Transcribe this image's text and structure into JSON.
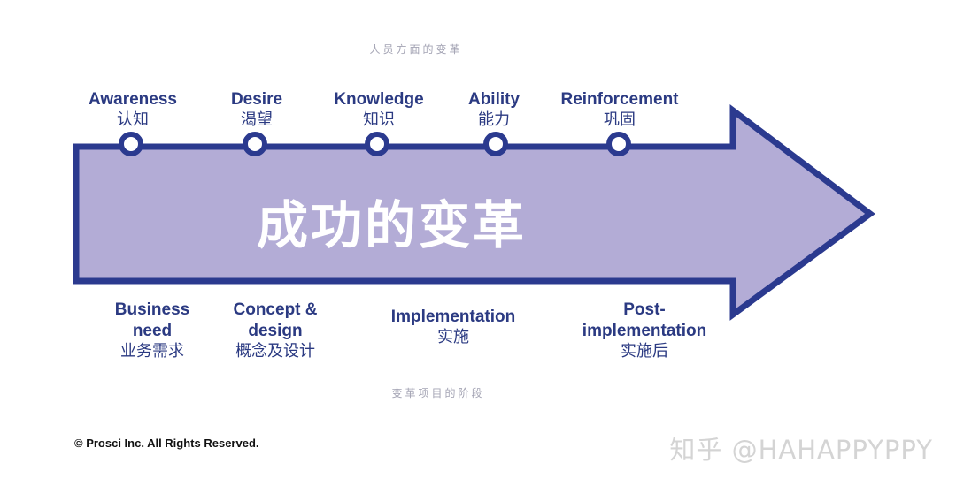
{
  "top_caption": "人员方面的变革",
  "bottom_caption": "变革项目的阶段",
  "center_title": "成功的变革",
  "top_stages": [
    {
      "en": "Awareness",
      "zh": "认知"
    },
    {
      "en": "Desire",
      "zh": "渴望"
    },
    {
      "en": "Knowledge",
      "zh": "知识"
    },
    {
      "en": "Ability",
      "zh": "能力"
    },
    {
      "en": "Reinforcement",
      "zh": "巩固"
    }
  ],
  "bottom_phases": [
    {
      "en_line1": "Business",
      "en_line2": "need",
      "zh": "业务需求"
    },
    {
      "en_line1": "Concept &",
      "en_line2": "design",
      "zh": "概念及设计"
    },
    {
      "en_line1": "Implementation",
      "zh": "实施"
    },
    {
      "en_line1": "Post-",
      "en_line2": "implementation",
      "zh": "实施后"
    }
  ],
  "copyright": "©  Prosci Inc. All Rights Reserved.",
  "watermark": "知乎 @HAHAPPYPPY",
  "colors": {
    "arrow_fill": "#b3acd6",
    "arrow_stroke": "#2b3a8f",
    "label_text": "#2b3a82",
    "caption_text": "#a4a4b4"
  }
}
